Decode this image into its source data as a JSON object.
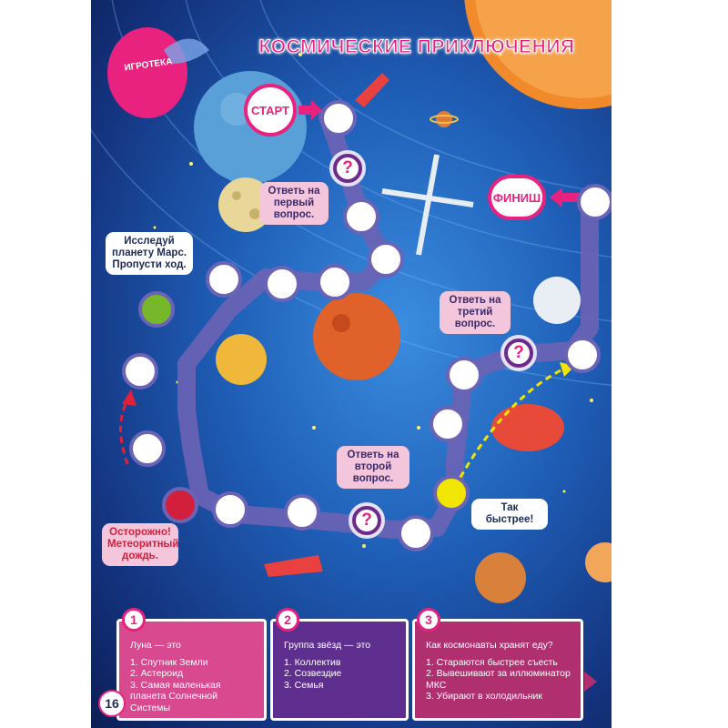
{
  "title": "КОСМИЧЕСКИЕ ПРИКЛЮЧЕНИЯ",
  "logo_text": "ИГРОТЕКА",
  "start_label": "СТАРТ",
  "finish_label": "ФИНИШ",
  "bubbles": {
    "q1": "Ответь на первый вопрос.",
    "q2": "Ответь на второй вопрос.",
    "q3": "Ответь на третий вопрос.",
    "mars": "Исследуй планету Марс. Пропусти ход.",
    "meteor": "Осторожно! Метеоритный дождь.",
    "faster": "Так быстрее!"
  },
  "question_mark": "?",
  "questions": [
    {
      "num": "1",
      "text": "Луна — это",
      "options": [
        "1.  Спутник Земли",
        "2.  Астероид",
        "3.  Самая маленькая планета Солнечной Системы"
      ]
    },
    {
      "num": "2",
      "text": "Группа звёзд — это",
      "options": [
        "1.  Коллектив",
        "2.  Созвездие",
        "3.  Семья"
      ]
    },
    {
      "num": "3",
      "text": "Как космонавты хранят еду?",
      "options": [
        "1.  Стараются быстрее съесть",
        "2.  Вывешивают за иллюминатор МКС",
        "3.  Убирают в холодильник"
      ]
    }
  ],
  "page_number": "16",
  "colors": {
    "accent": "#e8227e",
    "path": "#6b63b5",
    "box1": "#d9498f",
    "box2": "#5e2f8e",
    "box3": "#b0306f"
  }
}
